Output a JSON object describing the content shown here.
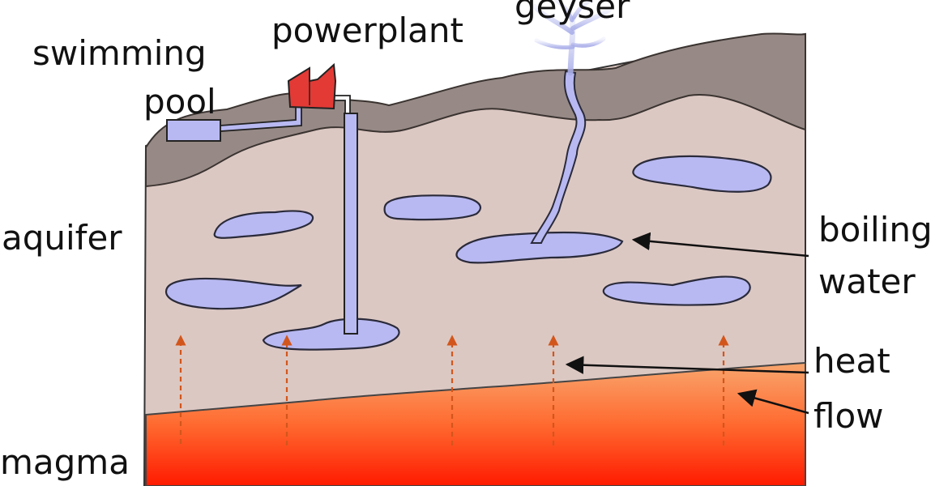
{
  "labels": {
    "top_cut": "geyser",
    "swimming": "swimming",
    "pool": "pool",
    "powerplant": "powerplant",
    "aquifer": "aquifer",
    "boiling": "boiling",
    "water": "water",
    "heat": "heat",
    "flow": "flow",
    "magma": "magma"
  },
  "colors": {
    "rock_top": "#978a86",
    "soil": "#dcc8c3",
    "water": "#b8b9f2",
    "water_outline": "#2a2a3a",
    "magma_top": "#f7a26a",
    "magma_bottom": "#ff1b00",
    "powerplant": "#e33a35",
    "heat_arrow": "#d2561c"
  },
  "icons": [
    "geyser-plume-icon",
    "powerplant-icon",
    "heat-flow-arrow-icon"
  ]
}
